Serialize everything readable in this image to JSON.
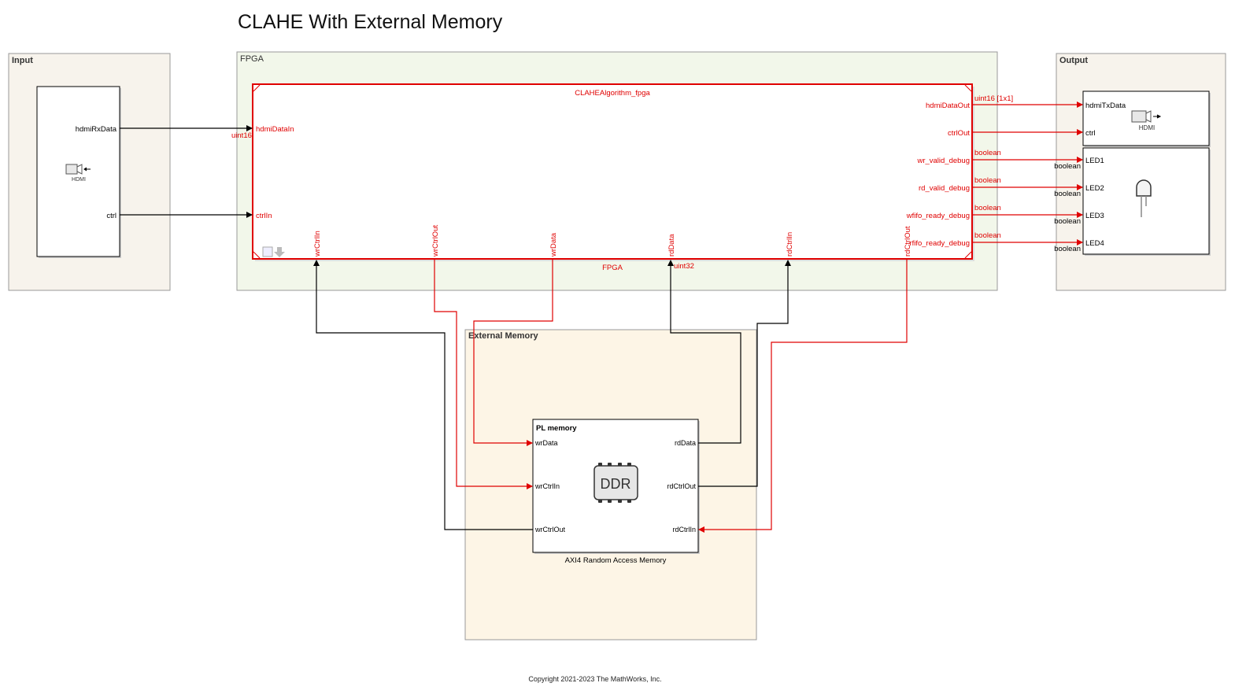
{
  "title": "CLAHE With External Memory",
  "copyright": "Copyright 2021-2023 The MathWorks, Inc.",
  "colors": {
    "signal_red": "#e00000",
    "fpga_area": "#f2f7ea",
    "io_area": "#f7f3ec",
    "memory_area": "#fdf5e6"
  },
  "areas": {
    "input": "Input",
    "fpga": "FPGA",
    "output": "Output",
    "external_memory": "External Memory"
  },
  "input_block": {
    "ports": [
      "hdmiRxData",
      "ctrl"
    ],
    "icon_label": "HDMI",
    "icon": "hdmi-receiver-icon"
  },
  "fpga_block": {
    "name": "CLAHEAlgorithm_fpga",
    "caption": "FPGA",
    "inputs": [
      "hdmiDataIn",
      "ctrlIn"
    ],
    "bottom_ports": [
      "wrCtrlIn",
      "wrCtrlOut",
      "wrData",
      "rdData",
      "rdCtrlIn",
      "rdCtrlOut"
    ],
    "outputs": [
      "hdmiDataOut",
      "ctrlOut",
      "wr_valid_debug",
      "rd_valid_debug",
      "wfifo_ready_debug",
      "rfifo_ready_debug"
    ]
  },
  "signal_types": {
    "hdmi_in": "uint16",
    "hdmi_out": "uint16 [1x1]",
    "rd_data": "uint32",
    "debug": "boolean"
  },
  "hdmi_tx_block": {
    "ports": [
      "hdmiTxData",
      "ctrl"
    ],
    "icon_label": "HDMI",
    "icon": "hdmi-transmitter-icon"
  },
  "led_block": {
    "ports": [
      "LED1",
      "LED2",
      "LED3",
      "LED4"
    ],
    "icon": "led-icon"
  },
  "memory_block": {
    "title": "PL memory",
    "caption": "AXI4 Random Access Memory",
    "left_ports": [
      "wrData",
      "wrCtrlIn",
      "wrCtrlOut"
    ],
    "right_ports": [
      "rdData",
      "rdCtrlOut",
      "rdCtrlIn"
    ],
    "chip_label": "DDR"
  }
}
